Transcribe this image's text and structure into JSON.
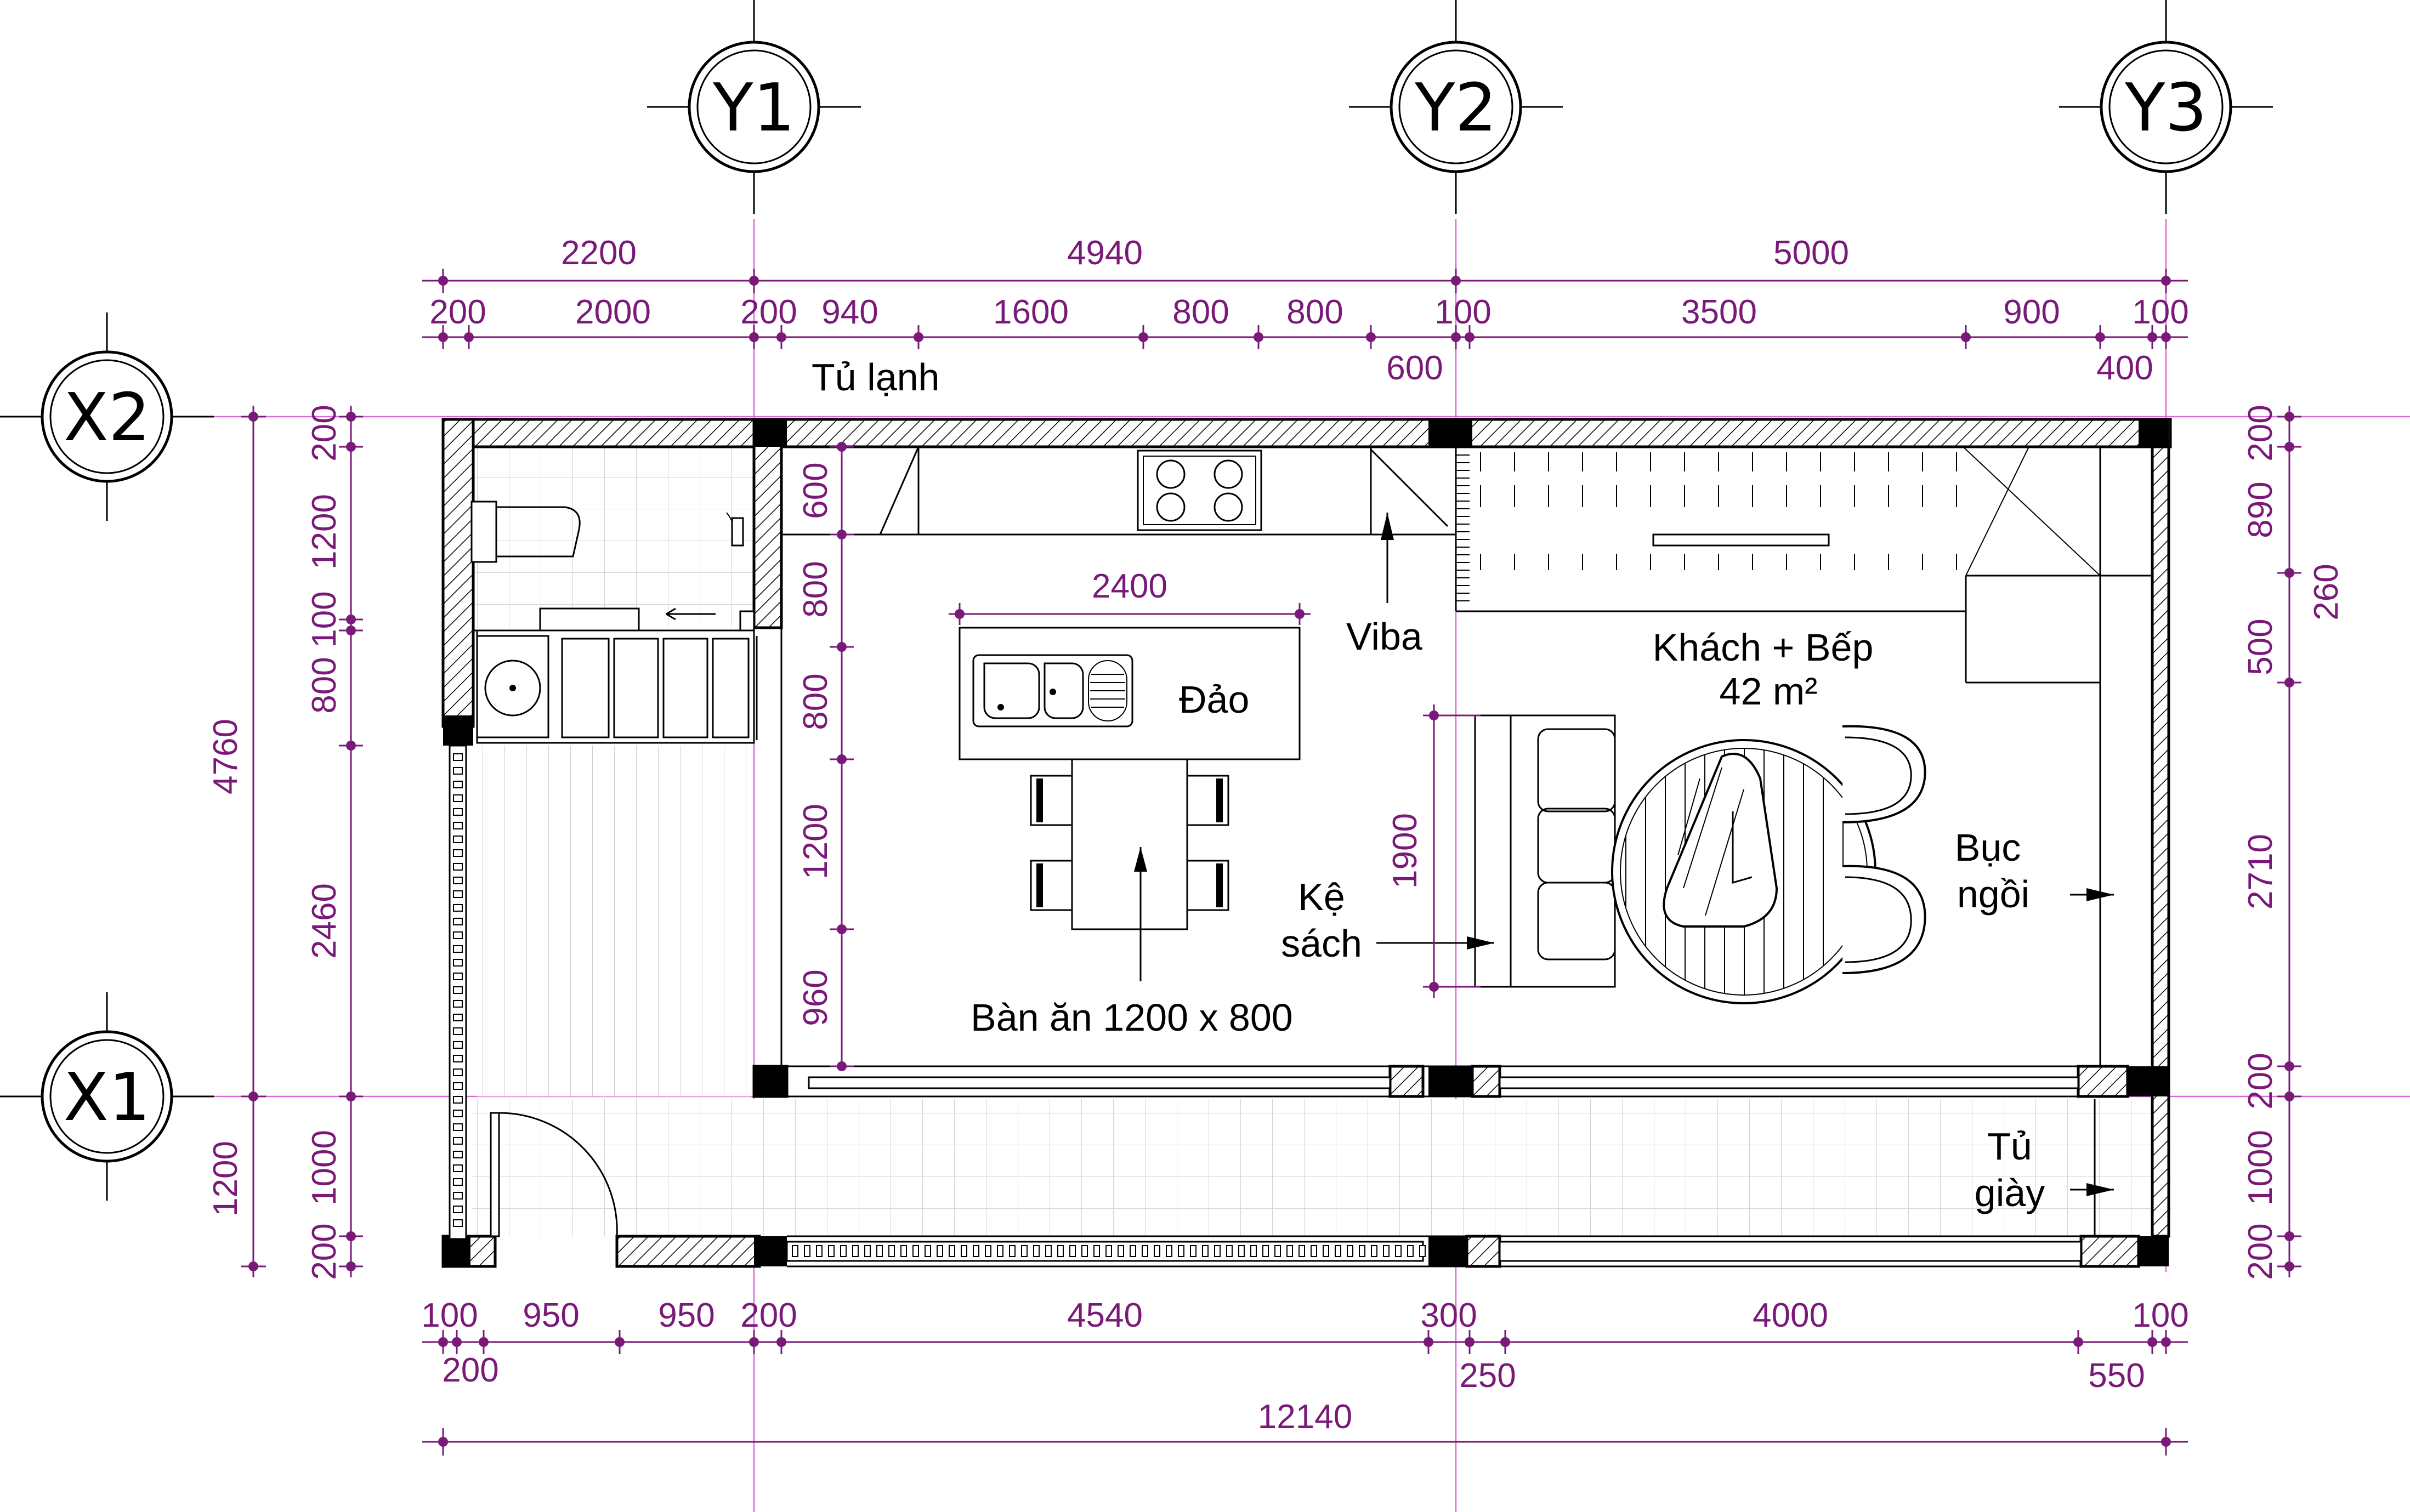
{
  "colors": {
    "dimension": "#7a1a78",
    "grid": "#d86ad8",
    "ink": "#000000"
  },
  "axes": {
    "y1": "Y1",
    "y2": "Y2",
    "y3": "Y3",
    "x1": "X1",
    "x2": "X2"
  },
  "dims_top": {
    "r1": [
      "2200",
      "4940",
      "5000"
    ],
    "r2": [
      "200",
      "2000",
      "200",
      "940",
      "1600",
      "800",
      "800",
      "100",
      "3500",
      "900",
      "100"
    ],
    "r3": [
      "600",
      "400"
    ]
  },
  "dims_bottom": {
    "r1": [
      "100",
      "950",
      "950",
      "200",
      "4540",
      "300",
      "4000",
      "100"
    ],
    "r2": [
      "200",
      "250",
      "550"
    ],
    "total": "12140"
  },
  "dims_left": {
    "outer": [
      "4760",
      "1200"
    ],
    "inner": [
      "200",
      "1200",
      "100",
      "800",
      "2460",
      "1000",
      "200"
    ]
  },
  "dims_right": {
    "inner": [
      "200",
      "890",
      "500",
      "2710",
      "200",
      "1000",
      "200"
    ],
    "outer": [
      "260"
    ]
  },
  "dims_interior": {
    "vertical": [
      "600",
      "800",
      "800",
      "1200",
      "960"
    ],
    "island": "2400",
    "sofa": "1900"
  },
  "labels": {
    "fridge": "Tủ lạnh",
    "microwave": "Viba",
    "island": "Đảo",
    "dining": "Bàn ăn 1200 x 800",
    "living_l1": "Khách + Bếp",
    "living_l2": "42 m²",
    "shelf_l1": "Kệ",
    "shelf_l2": "sách",
    "seat_l1": "Bục",
    "seat_l2": "ngồi",
    "shoe_l1": "Tủ",
    "shoe_l2": "giày"
  }
}
